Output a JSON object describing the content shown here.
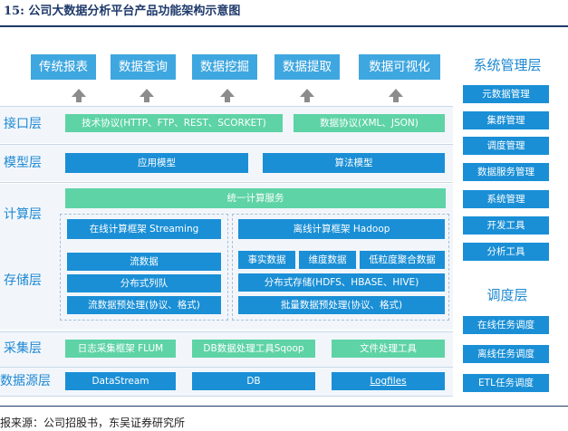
{
  "figure_title": "15:  公司大数据分析平台产品功能架构示意图",
  "top_apps": [
    "传统报表",
    "数据查询",
    "数据挖掘",
    "数据提取",
    "数据可视化"
  ],
  "layers": {
    "interface": {
      "label": "接口层",
      "boxes": [
        "技术协议(HTTP、FTP、REST、SCORKET)",
        "数据协议(XML、JSON)"
      ]
    },
    "model": {
      "label": "模型层",
      "boxes": [
        "应用模型",
        "算法模型"
      ]
    },
    "compute": {
      "label": "计算层",
      "unified": "统一计算服务",
      "streaming": "在线计算框架 Streaming",
      "hadoop": "离线计算框架 Hadoop"
    },
    "storage": {
      "label": "存储层",
      "left": [
        "流数据",
        "分布式列队",
        "流数据预处理(协议、格式)"
      ],
      "right_top": [
        "事实数据",
        "维度数据",
        "低粒度聚合数据"
      ],
      "right_mid": "分布式存储(HDFS、HBASE、HIVE)",
      "right_bottom": "批量数据预处理(协议、格式)"
    },
    "collection": {
      "label": "采集层",
      "boxes": [
        "日志采集框架 FLUM",
        "DB数据处理工具Sqoop",
        "文件处理工具"
      ]
    },
    "source": {
      "label": "数据源层",
      "boxes": [
        "DataStream",
        "DB",
        "Logfiles"
      ]
    }
  },
  "system_mgmt": {
    "title": "系统管理层",
    "items": [
      "元数据管理",
      "集群管理",
      "调度管理",
      "数据服务管理",
      "系统管理",
      "开发工具",
      "分析工具"
    ]
  },
  "scheduling": {
    "title": "调度层",
    "items": [
      "在线任务调度",
      "离线任务调度",
      "ETL任务调度"
    ]
  },
  "source_note": "报来源：公司招股书，东吴证券研究所"
}
